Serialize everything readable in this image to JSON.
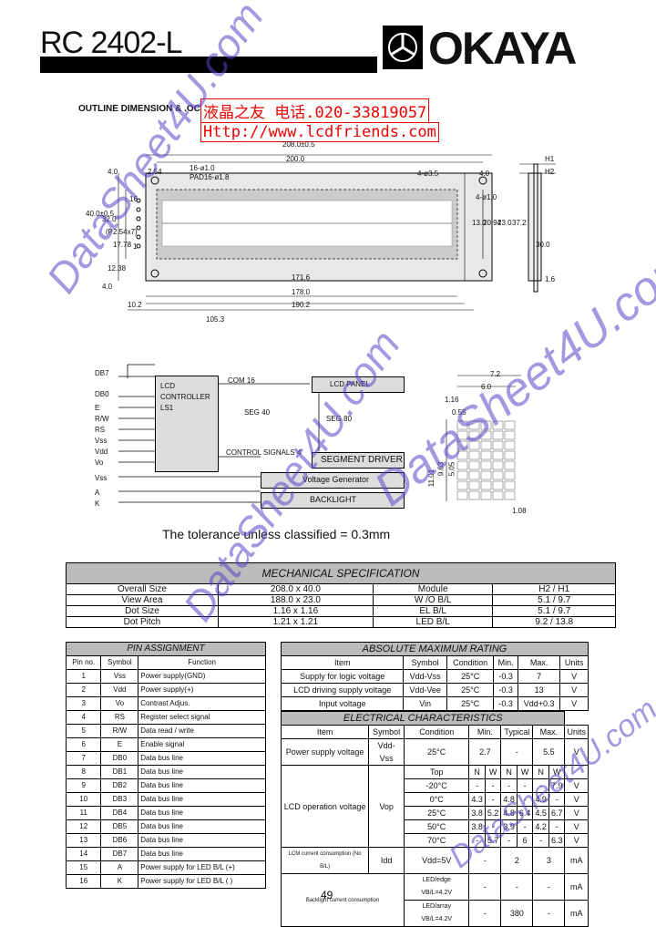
{
  "header": {
    "title": "RC 2402-L",
    "logo": "OKAYA",
    "logo_icon": "okaya-emblem-icon"
  },
  "outline": {
    "title": "OUTLINE DIMENSION &   .OCK DIAGRAM"
  },
  "stamp": {
    "line1": "液晶之友 电话.020-33819057",
    "line2": "Http://www.lcdfriends.com"
  },
  "dims": {
    "top": [
      "208.0±0.5",
      "200.0",
      "2.54",
      "16-ø1.0",
      "PAD16-ø1.8",
      "4-ø3.5",
      "4.0",
      "4-ø1.0",
      "H1",
      "H2",
      "4.0"
    ],
    "left": [
      "40.0±0.5",
      "32.0",
      "(P2.54x7)",
      "17.78",
      "12.38",
      "4.0",
      "16",
      "1"
    ],
    "right": [
      "13.0",
      "20.94",
      "23.0",
      "37.2",
      "30.0",
      "1.6"
    ],
    "bottom": [
      "171.6",
      "178.0",
      "190.2",
      "10.2",
      "105.3"
    ]
  },
  "block": {
    "inputs": [
      "DB7",
      "DB0",
      "E",
      "R/W",
      "RS",
      "Vss",
      "Vdd",
      "Vo",
      "Vss",
      "A",
      "K"
    ],
    "controller": "LCD CONTROLLER LS1",
    "com": "COM 16",
    "panel": "LCD PANEL",
    "seg40": "SEG 40",
    "seg80": "SEG 80",
    "ctrl": "CONTROL SIGNALS 4",
    "seg_driver": "SEGMENT DRIVER",
    "voltage": "Voltage Generator",
    "backlight": "BACKLIGHT"
  },
  "dot": {
    "labels": [
      "7.2",
      "6.0",
      "1.16",
      "0.55",
      "11.01",
      "9.63",
      "5.05",
      "1.08"
    ]
  },
  "tolerance": "The  tolerance  unless  classified = 0.3mm",
  "mech": {
    "title": "MECHANICAL  SPECIFICATION",
    "rows": [
      [
        "Overall Size",
        "208.0 x 40.0",
        "Module",
        "H2 / H1"
      ],
      [
        "View Area",
        "188.0 x 23.0",
        "W /O  B/L",
        "5.1 / 9.7"
      ],
      [
        "Dot Size",
        "1.16 x 1.16",
        "EL B/L",
        "5.1 / 9.7"
      ],
      [
        "Dot Pitch",
        "1.21 x 1.21",
        "LED B/L",
        "9.2 / 13.8"
      ]
    ]
  },
  "pins": {
    "title": "PIN  ASSIGNMENT",
    "head": [
      "Pin no.",
      "Symbol",
      "Function"
    ],
    "rows": [
      [
        "1",
        "Vss",
        "Power supply(GND)"
      ],
      [
        "2",
        "Vdd",
        "Power supply(+)"
      ],
      [
        "3",
        "Vo",
        "Contrast Adjus."
      ],
      [
        "4",
        "RS",
        "Register select signal"
      ],
      [
        "5",
        "R/W",
        "Data read / write"
      ],
      [
        "6",
        "E",
        "Enable signal"
      ],
      [
        "7",
        "DB0",
        "Data bus line"
      ],
      [
        "8",
        "DB1",
        "Data bus line"
      ],
      [
        "9",
        "DB2",
        "Data bus line"
      ],
      [
        "10",
        "DB3",
        "Data bus line"
      ],
      [
        "11",
        "DB4",
        "Data bus line"
      ],
      [
        "12",
        "DB5",
        "Data bus line"
      ],
      [
        "13",
        "DB6",
        "Data bus line"
      ],
      [
        "14",
        "DB7",
        "Data bus line"
      ],
      [
        "15",
        "A",
        "Power supply for LED B/L (+)"
      ],
      [
        "16",
        "K",
        "Power supply for LED B/L ( )"
      ]
    ]
  },
  "amr": {
    "title": "ABSOLUTE MAXIMUM RATING",
    "head": [
      "Item",
      "Symbol",
      "Condition",
      "Min.",
      "Max.",
      "Units"
    ],
    "rows": [
      [
        "Supply for logic voltage",
        "Vdd-Vss",
        "25°C",
        "-0.3",
        "7",
        "V"
      ],
      [
        "LCD driving supply voltage",
        "Vdd-Vee",
        "25°C",
        "-0.3",
        "13",
        "V"
      ],
      [
        "Input voltage",
        "Vin",
        "25°C",
        "-0.3",
        "Vdd+0.3",
        "V"
      ]
    ]
  },
  "ec": {
    "title": "ELECTRICAL  CHARACTERISTICS",
    "head": [
      "Item",
      "Symbol",
      "Condition",
      "Min.",
      "Typical",
      "Max.",
      "Units"
    ],
    "r1": [
      "Power supply voltage",
      "Vdd-Vss",
      "25°C",
      "2.7",
      "-",
      "5.5",
      "V"
    ],
    "top": [
      "Top",
      "N",
      "W",
      "N",
      "W",
      "N",
      "W"
    ],
    "lcd_item": "LCD operation voltage",
    "lcd_sym": "Vop",
    "temps": [
      [
        "-20°C",
        "-",
        "-",
        "-",
        "-",
        "-",
        "7.9",
        "V"
      ],
      [
        "0°C",
        "4.3",
        "-",
        "4.8",
        "-",
        "4.9",
        "-",
        "V"
      ],
      [
        "25°C",
        "3.8",
        "5.2",
        "4.8",
        "6.4",
        "4.5",
        "6.7",
        "V"
      ],
      [
        "50°C",
        "3.8",
        "-",
        "3.9",
        "-",
        "4.2",
        "-",
        "V"
      ],
      [
        "70°C",
        "-",
        "5.7",
        "-",
        "6",
        "-",
        "6.3",
        "V"
      ]
    ],
    "lcd_cur": [
      "LCM current consumption (No B/L)",
      "Idd",
      "Vdd=5V",
      "-",
      "2",
      "3",
      "mA"
    ],
    "bl_item": "Backlight current consumption",
    "bl1": [
      "LED/edge VB/L=4.2V",
      "-",
      "-",
      "-",
      "mA"
    ],
    "bl2": [
      "LED/array VB/L=4.2V",
      "-",
      "380",
      "-",
      "mA"
    ]
  },
  "watermarks": [
    "DataSheet4U.com",
    "DataSheet4U.com",
    "DataSheet4U.com",
    "DataSheet4U.com"
  ],
  "page_num": "49"
}
